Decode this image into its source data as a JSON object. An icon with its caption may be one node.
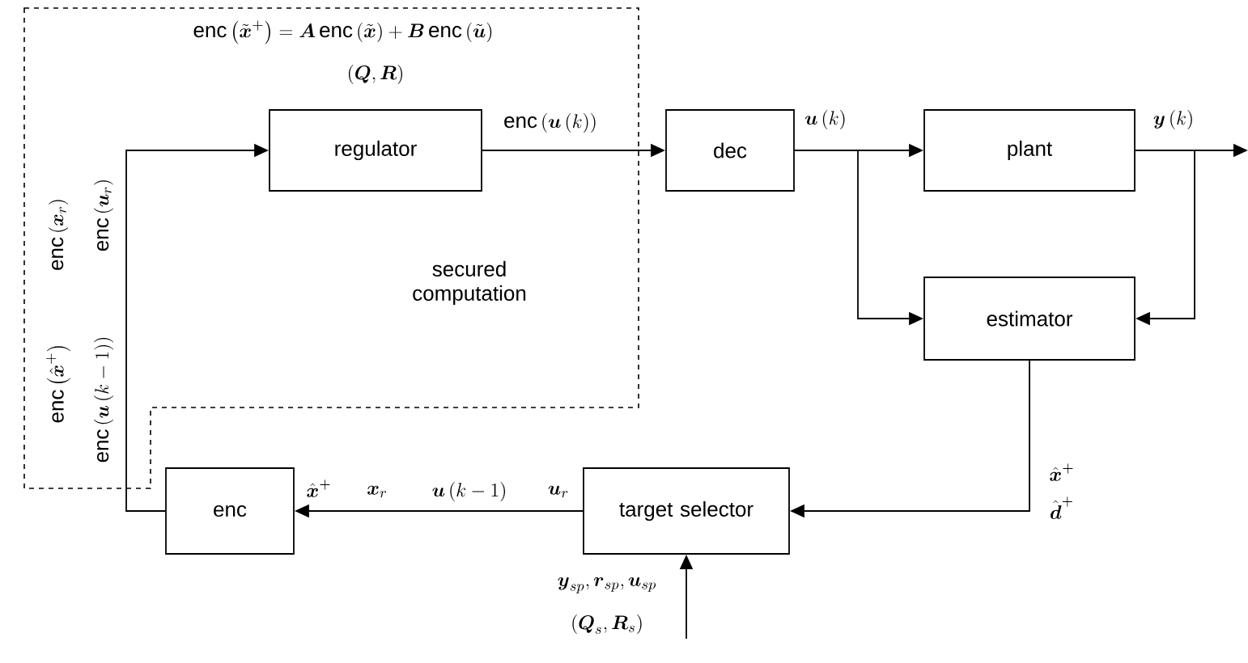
{
  "diagram": {
    "nodes": [
      {
        "text": [
          "secured computation"
        ]
      },
      {
        "text": [
          "regulator"
        ],
        "in": 0,
        "beside": [
          "\\mathrm{enc}\\left(\\tilde{\\boldsymbol{x}}^{+}\\right)=\\boldsymbol{A}\\,\\mathrm{enc}\\left(\\tilde{\\boldsymbol{x}}\\right)+\\boldsymbol{B}\\,\\mathrm{enc}\\left(\\tilde{\\boldsymbol{u}}\\right)",
          "\\left(\\boldsymbol{Q},\\boldsymbol{R}\\right)"
        ]
      },
      {
        "text": [
          "dec"
        ]
      },
      {
        "text": [
          "plant"
        ]
      },
      {
        "text": [
          "estimator"
        ]
      },
      {
        "text": [
          "target selector"
        ]
      },
      {
        "text": [
          "enc"
        ]
      }
    ],
    "edges": [
      {
        "from": 6,
        "to": 1,
        "arrow": "to"
      },
      {
        "from": 1,
        "to": 2,
        "arrow": "to",
        "label": "\\mathrm{enc}\\left(\\boldsymbol{u}\\left(k\\right)\\right)"
      },
      {
        "from": 2,
        "to": 3,
        "arrow": "to",
        "label": "\\boldsymbol{u}\\left(k\\right)"
      },
      {
        "from": 2,
        "to": 4,
        "arrow": "to"
      },
      {
        "from": 3,
        "to": null,
        "arrow": "to",
        "label": "\\boldsymbol{y}\\left(k\\right)"
      },
      {
        "from": 3,
        "to": 4,
        "arrow": "to"
      },
      {
        "from": 4,
        "to": 5,
        "arrow": "to"
      },
      {
        "from": 5,
        "to": 6,
        "arrow": "to"
      },
      {
        "from": null,
        "to": 5,
        "arrow": "to"
      }
    ],
    "labels": [
      "\\mathrm{enc}\\left(\\hat{\\boldsymbol{x}}^{+}\\right)",
      "\\mathrm{enc}\\left(\\boldsymbol{x}_{r}\\right)",
      "\\mathrm{enc}\\left(\\boldsymbol{u}\\left(k-1\\right)\\right)",
      "\\mathrm{enc}\\left(\\boldsymbol{u}_{r}\\right)",
      "\\hat{\\boldsymbol{x}}^{+}",
      "\\boldsymbol{x}_{r}",
      "\\boldsymbol{u}\\left(k-1\\right)",
      "\\boldsymbol{u}_{r}",
      "\\hat{\\boldsymbol{x}}^{+}",
      "\\hat{\\boldsymbol{d}}^{+}",
      "\\boldsymbol{y}_{sp},\\boldsymbol{r}_{sp},\\boldsymbol{u}_{sp}",
      "\\left(\\boldsymbol{Q}_{s},\\boldsymbol{R}_{s}\\right)"
    ]
  }
}
